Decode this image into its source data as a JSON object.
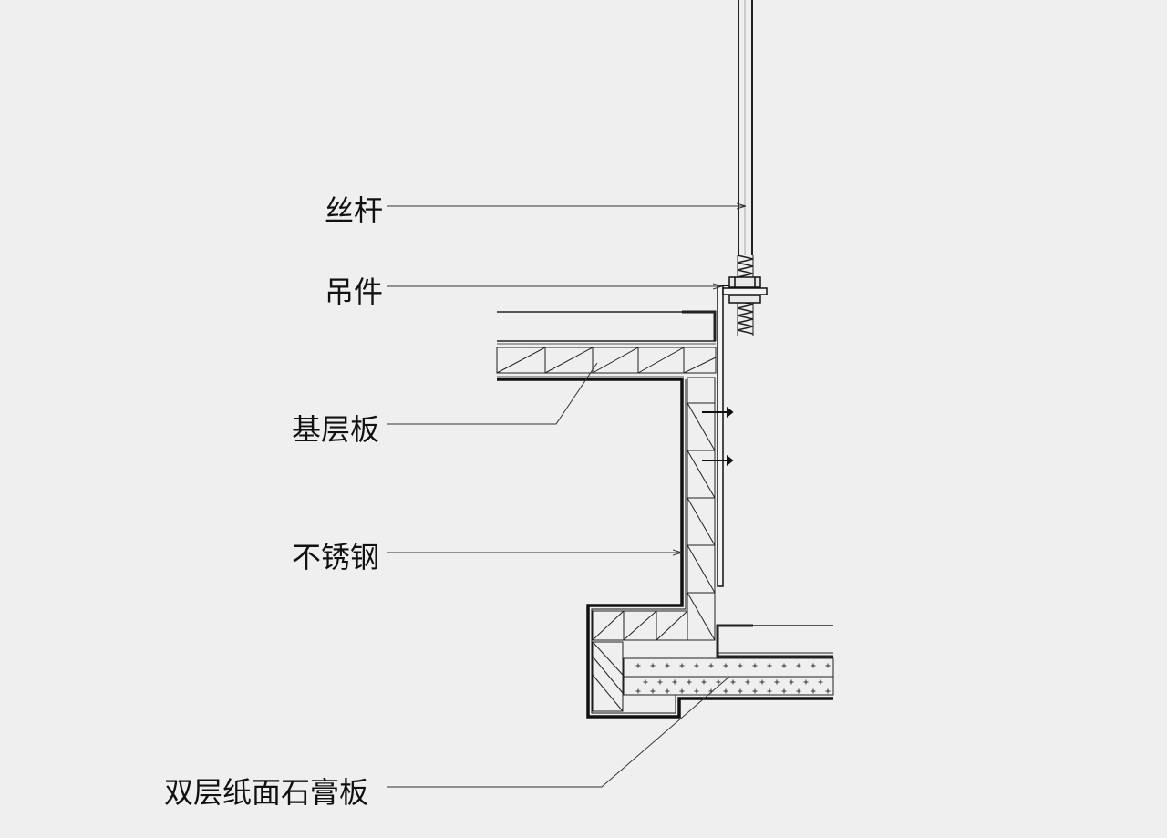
{
  "diagram": {
    "labels": {
      "threaded_rod": "丝杆",
      "hanger": "吊件",
      "base_board": "基层板",
      "stainless_steel": "不锈钢",
      "double_gypsum_board": "双层纸面石膏板"
    }
  }
}
